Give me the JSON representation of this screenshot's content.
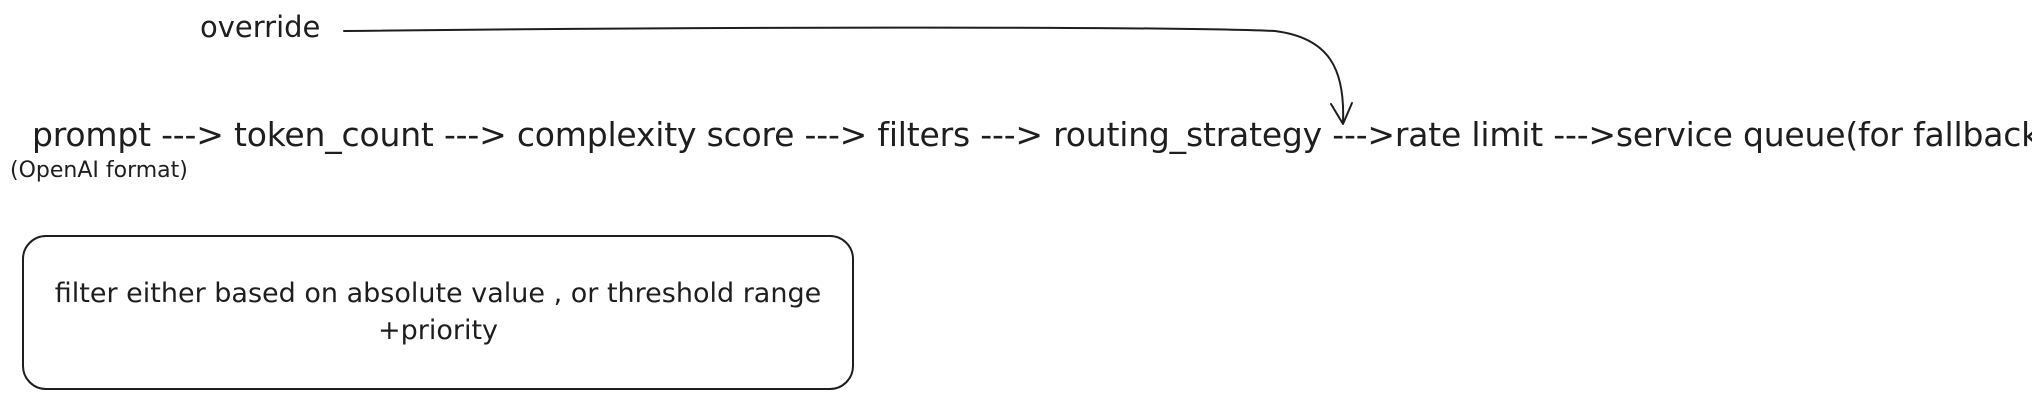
{
  "diagram": {
    "override_label": "override",
    "flow": {
      "prompt": "prompt",
      "token_count": "token_count",
      "complexity_score": "complexity score",
      "filters": "filters",
      "routing_strategy": "routing_strategy",
      "rate_limit": "rate limit",
      "service_queue": "service queue(for fallback)",
      "arrow_spaced": " ---> ",
      "arrow_tight": " --->"
    },
    "prompt_note": "(OpenAI format)",
    "filter_note": {
      "line1": "filter either based on absolute value , or threshold range",
      "line2": "+priority"
    }
  }
}
